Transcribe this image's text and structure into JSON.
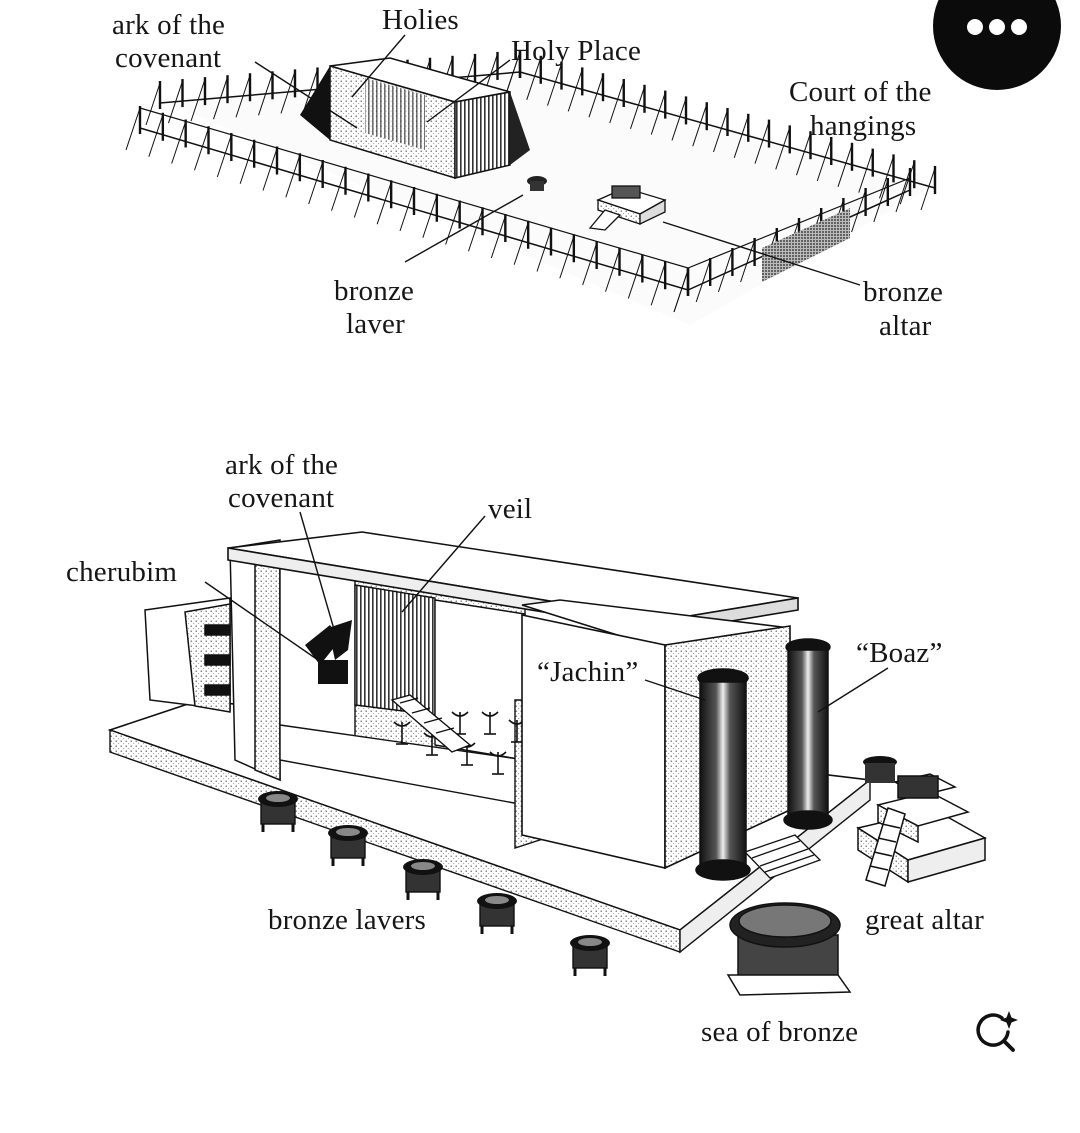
{
  "tabernacle": {
    "labels": {
      "holy_of_holies": "Holies",
      "ark": [
        "ark of the",
        "covenant"
      ],
      "holy_place": "Holy Place",
      "court": [
        "Court of the",
        "hangings"
      ],
      "laver": [
        "bronze",
        "laver"
      ],
      "altar": [
        "bronze",
        "altar"
      ]
    }
  },
  "temple": {
    "labels": {
      "ark": [
        "ark of the",
        "covenant"
      ],
      "veil": "veil",
      "cherubim": "cherubim",
      "jachin": "“Jachin”",
      "boaz": "“Boaz”",
      "bronze_lavers": "bronze lavers",
      "great_altar": "great altar",
      "sea_of_bronze": "sea of bronze"
    }
  },
  "ui": {
    "more_button": "more-options-icon",
    "visual_search_button": "visual-search-icon"
  }
}
